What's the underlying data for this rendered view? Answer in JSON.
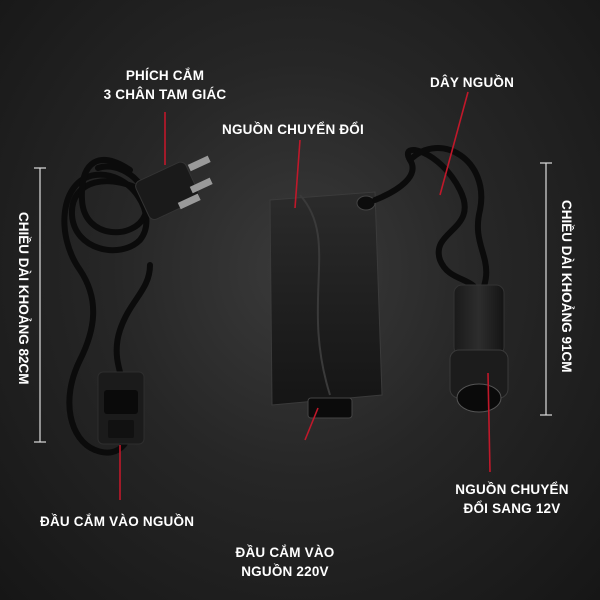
{
  "labels": {
    "plug_line1": "PHÍCH CẮM",
    "plug_line2": "3 CHÂN TAM GIÁC",
    "adapter": "NGUỒN CHUYỂN ĐỔI",
    "power_cord": "DÂY NGUỒN",
    "length_left": "CHIỀU DÀI KHOẢNG 82CM",
    "length_right": "CHIỀU DÀI KHOẢNG 91CM",
    "plug_in_source": "ĐẦU CẮM VÀO NGUỒN",
    "input_line1": "ĐẦU CẮM VÀO",
    "input_line2": "NGUỒN 220V",
    "output_line1": "NGUỒN CHUYỂN",
    "output_line2": "ĐỔI SANG 12V"
  },
  "colors": {
    "background": "#262626",
    "device_body": "#1e1e1e",
    "cable": "#0d0d0d",
    "pointer_line": "#c0182a",
    "text": "#ffffff"
  },
  "objects": [
    "power-plug",
    "power-adapter",
    "car-socket"
  ]
}
